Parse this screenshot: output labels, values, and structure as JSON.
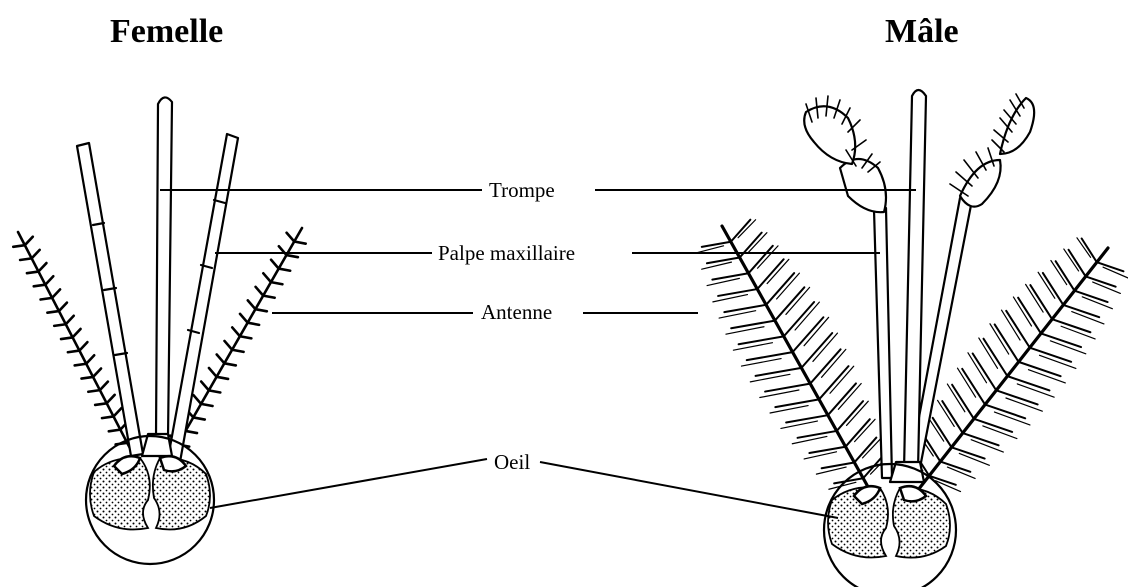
{
  "titles": {
    "female": "Femelle",
    "male": "Mâle"
  },
  "labels": {
    "trompe": "Trompe",
    "palpe": "Palpe maxillaire",
    "antenne": "Antenne",
    "oeil": "Oeil"
  },
  "colors": {
    "ink": "#000000",
    "paper": "#ffffff"
  }
}
